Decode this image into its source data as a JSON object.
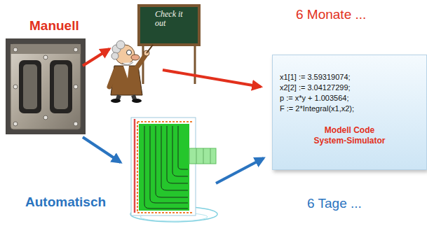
{
  "diagram": {
    "nodes": [
      {
        "text": [
          "x1[1] := 3.59319074;",
          "x2[2] := 3.04127299;",
          "p := x*y + 1.003564;",
          "F := 2*Integral(x1,x2);",
          "Modell Code System-Simulator"
        ]
      }
    ],
    "labels": [
      "Manuell",
      "Check it out",
      "6 Monate ...",
      "Automatisch",
      "6 Tage ..."
    ]
  }
}
